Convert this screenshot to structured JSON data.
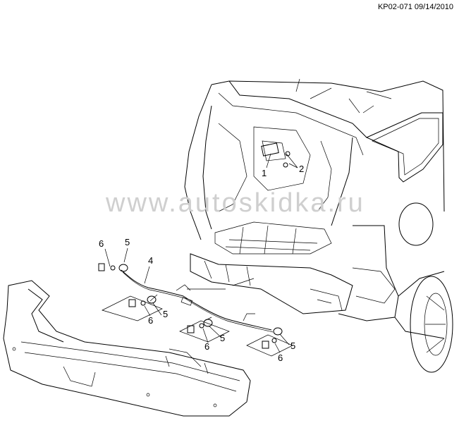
{
  "reference_code": "KP02-071 09/14/2010",
  "watermark": "www.autoskidka.ru",
  "callouts": [
    "1",
    "2",
    "4",
    "5",
    "5",
    "5",
    "5",
    "6",
    "6",
    "6",
    "6"
  ]
}
